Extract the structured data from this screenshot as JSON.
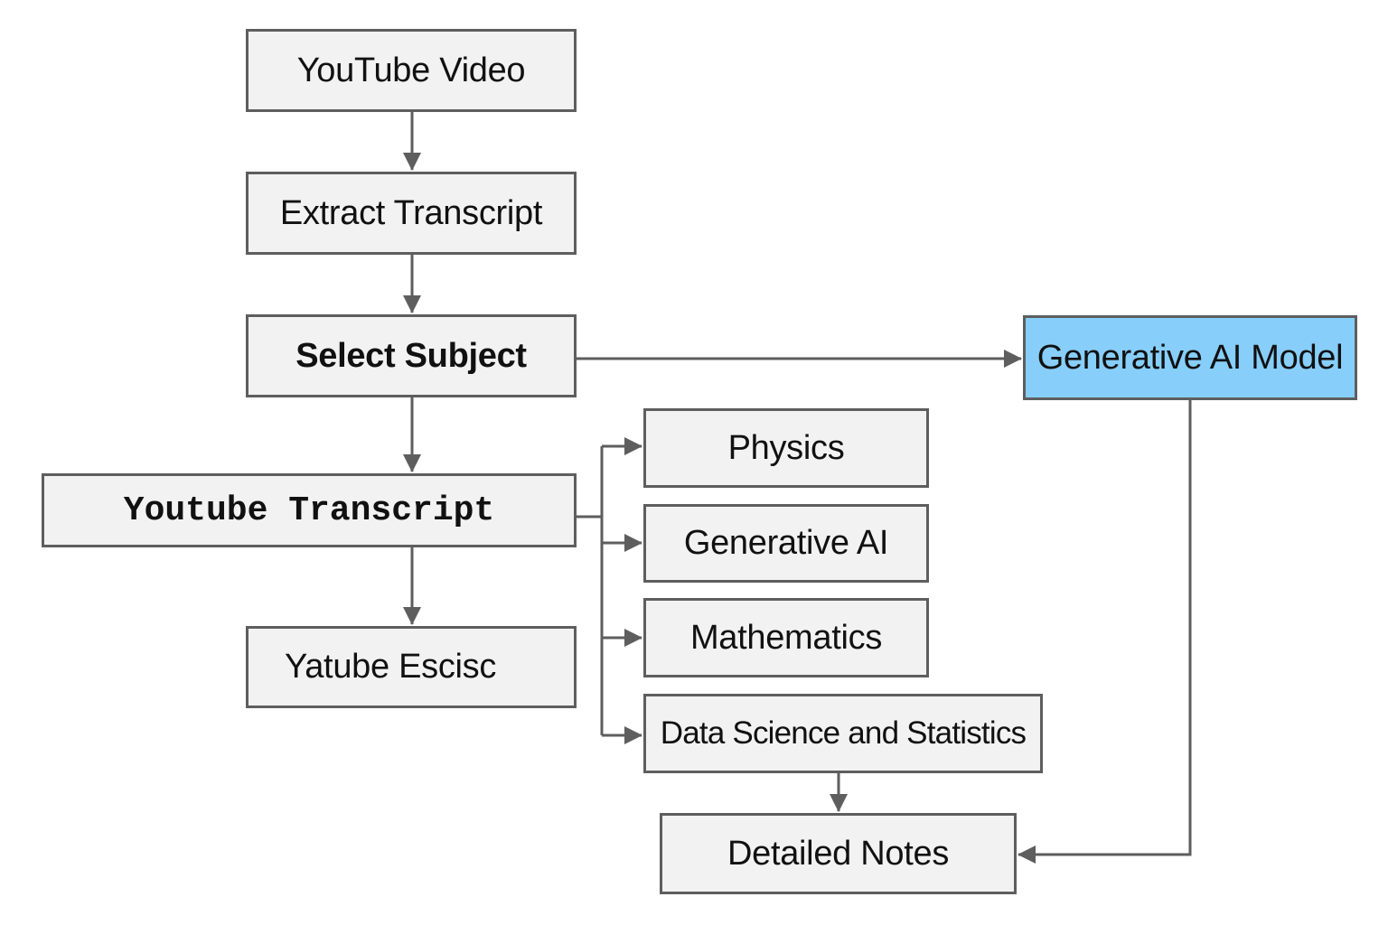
{
  "diagram": {
    "nodes": {
      "youtube_video": "YouTube Video",
      "extract_transcript": "Extract Transcript",
      "select_subject": "Select Subject",
      "youtube_transcript": "Youtube Transcript",
      "yatube_escisc": "Yatube Escisc",
      "physics": "Physics",
      "generative_ai": "Generative AI",
      "mathematics": "Mathematics",
      "data_science": "Data Science and Statistics",
      "detailed_notes": "Detailed Notes",
      "generative_ai_model": "Generative AI Model"
    },
    "edges": [
      {
        "from": "youtube_video",
        "to": "extract_transcript"
      },
      {
        "from": "extract_transcript",
        "to": "select_subject"
      },
      {
        "from": "select_subject",
        "to": "youtube_transcript"
      },
      {
        "from": "select_subject",
        "to": "generative_ai_model"
      },
      {
        "from": "youtube_transcript",
        "to": "yatube_escisc"
      },
      {
        "from": "youtube_transcript",
        "to": "physics"
      },
      {
        "from": "youtube_transcript",
        "to": "generative_ai"
      },
      {
        "from": "youtube_transcript",
        "to": "mathematics"
      },
      {
        "from": "youtube_transcript",
        "to": "data_science"
      },
      {
        "from": "data_science",
        "to": "detailed_notes"
      },
      {
        "from": "generative_ai_model",
        "to": "detailed_notes"
      }
    ]
  },
  "colors": {
    "node_fill": "#f2f2f2",
    "node_border": "#5e5e5e",
    "highlight_fill": "#87cefa",
    "connector": "#5e5e5e",
    "text": "#111111"
  }
}
